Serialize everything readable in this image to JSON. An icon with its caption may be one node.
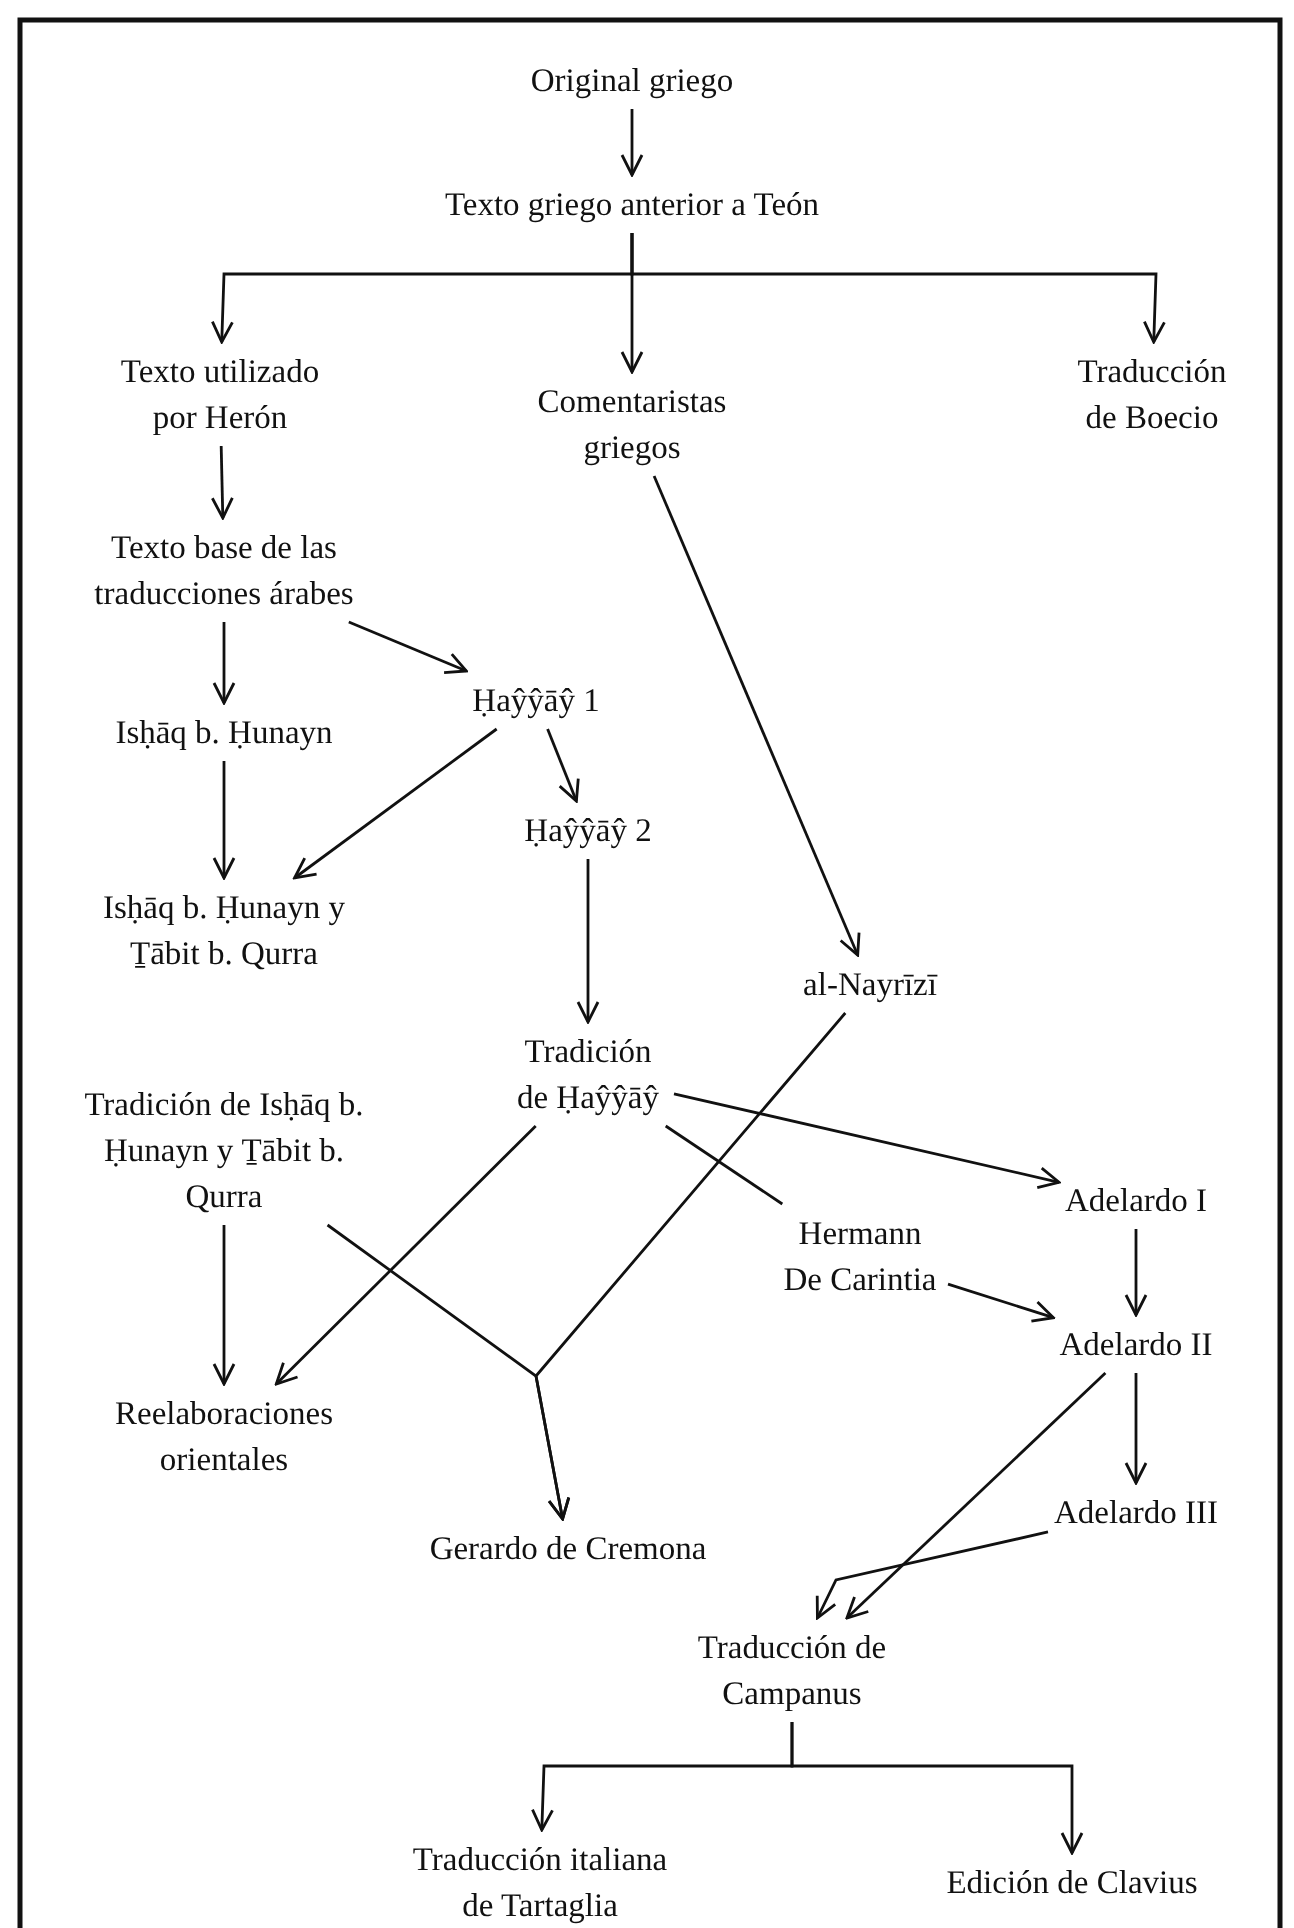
{
  "diagram": {
    "nodes": [
      {
        "text": [
          "Original griego"
        ]
      },
      {
        "text": [
          "Texto griego anterior a Teón"
        ]
      },
      {
        "text": [
          "Texto utilizado por Herón"
        ]
      },
      {
        "text": [
          "Comentaristas griegos"
        ]
      },
      {
        "text": [
          "Traducción de Boecio"
        ]
      },
      {
        "text": [
          "Texto base de las traducciones árabes"
        ]
      },
      {
        "text": [
          "Ḥaŷŷāŷ 1"
        ]
      },
      {
        "text": [
          "Isḥāq b. Ḥunayn"
        ]
      },
      {
        "text": [
          "Ḥaŷŷāŷ 2"
        ]
      },
      {
        "text": [
          "Isḥāq b. Ḥunayn y Ṯābit b. Qurra"
        ]
      },
      {
        "text": [
          "al-Nayrīzī"
        ]
      },
      {
        "text": [
          "Tradición de Ḥaŷŷāŷ"
        ]
      },
      {
        "text": [
          "Tradición de Isḥāq b. Ḥunayn y Ṯābit b. Qurra"
        ]
      },
      {
        "text": [
          "Hermann De Carintia"
        ]
      },
      {
        "text": [
          "Adelardo I"
        ]
      },
      {
        "text": [
          "Adelardo II"
        ]
      },
      {
        "text": [
          "Reelaboraciones orientales"
        ]
      },
      {
        "text": [
          "Gerardo de Cremona"
        ]
      },
      {
        "text": [
          "Adelardo III"
        ]
      },
      {
        "text": [
          "Traducción de Campanus"
        ]
      },
      {
        "text": [
          "Traducción italiana de Tartaglia"
        ]
      },
      {
        "text": [
          "Edición de Clavius"
        ]
      }
    ],
    "edges": [
      {
        "from": 0,
        "to": 1,
        "arrow": "to"
      },
      {
        "from": 1,
        "to": 2,
        "arrow": "to"
      },
      {
        "from": 1,
        "to": 3,
        "arrow": "to"
      },
      {
        "from": 1,
        "to": 4,
        "arrow": "to"
      },
      {
        "from": 2,
        "to": 5,
        "arrow": "to"
      },
      {
        "from": 5,
        "to": 6,
        "arrow": "to"
      },
      {
        "from": 5,
        "to": 7,
        "arrow": "to"
      },
      {
        "from": 6,
        "to": 9,
        "arrow": "to"
      },
      {
        "from": 6,
        "to": 8,
        "arrow": "to"
      },
      {
        "from": 7,
        "to": 9,
        "arrow": "to"
      },
      {
        "from": 8,
        "to": 11,
        "arrow": "to"
      },
      {
        "from": 3,
        "to": 10,
        "arrow": "to"
      },
      {
        "from": 11,
        "to": 14,
        "arrow": "to"
      },
      {
        "from": 11,
        "to": 13,
        "arrow": "none"
      },
      {
        "from": 11,
        "to": 16,
        "arrow": "to"
      },
      {
        "from": 12,
        "to": 16,
        "arrow": "to"
      },
      {
        "from": 12,
        "to": 17,
        "arrow": "to"
      },
      {
        "from": 10,
        "to": 17,
        "arrow": "to"
      },
      {
        "from": 13,
        "to": 15,
        "arrow": "to"
      },
      {
        "from": 14,
        "to": 15,
        "arrow": "to"
      },
      {
        "from": 15,
        "to": 18,
        "arrow": "to"
      },
      {
        "from": 15,
        "to": 19,
        "arrow": "to"
      },
      {
        "from": 18,
        "to": 19,
        "arrow": "to"
      },
      {
        "from": 19,
        "to": 20,
        "arrow": "to"
      },
      {
        "from": 19,
        "to": 21,
        "arrow": "to"
      }
    ]
  }
}
